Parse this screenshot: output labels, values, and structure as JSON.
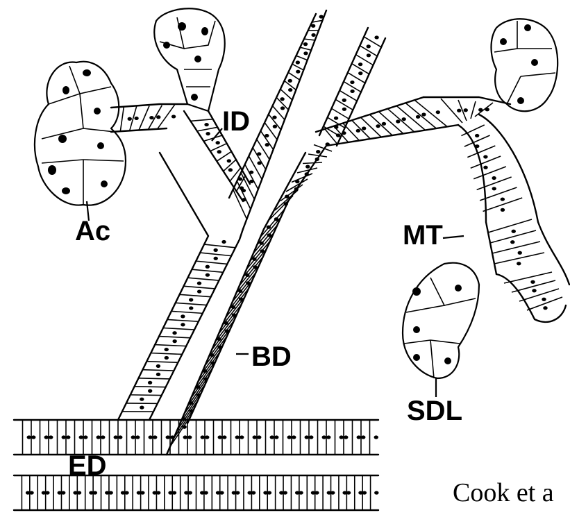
{
  "labels": {
    "ac": "Ac",
    "id": "ID",
    "bd": "BD",
    "mt": "MT",
    "sdl": "SDL",
    "ed": "ED"
  },
  "credit": "Cook et a",
  "colors": {
    "ink": "#000000",
    "background": "#ffffff"
  }
}
